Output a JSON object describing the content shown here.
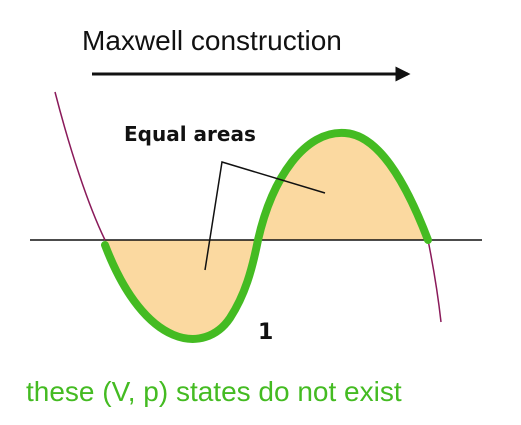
{
  "diagram": {
    "title": "Maxwell construction",
    "annotation": "Equal areas",
    "point_label": "1",
    "caption": "these (V, p) states do not exist"
  },
  "colors": {
    "fill": "#fbd9a0",
    "stable_branch": "#44bb22",
    "unstable_branch": "#8a1a5a",
    "line": "#111111",
    "caption": "#44bb22"
  }
}
